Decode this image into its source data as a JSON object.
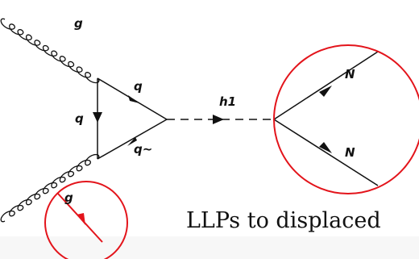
{
  "labels": {
    "gluon_top": "g",
    "gluon_bottom": "g",
    "quark_top": "q",
    "quark_left": "q",
    "antiquark": "q~",
    "higgs": "h1",
    "n_upper": "N",
    "n_lower": "N"
  },
  "caption": "LLPs to displaced",
  "colors": {
    "line": "#111111",
    "highlight": "#e3141b",
    "background": "#ffffff"
  }
}
